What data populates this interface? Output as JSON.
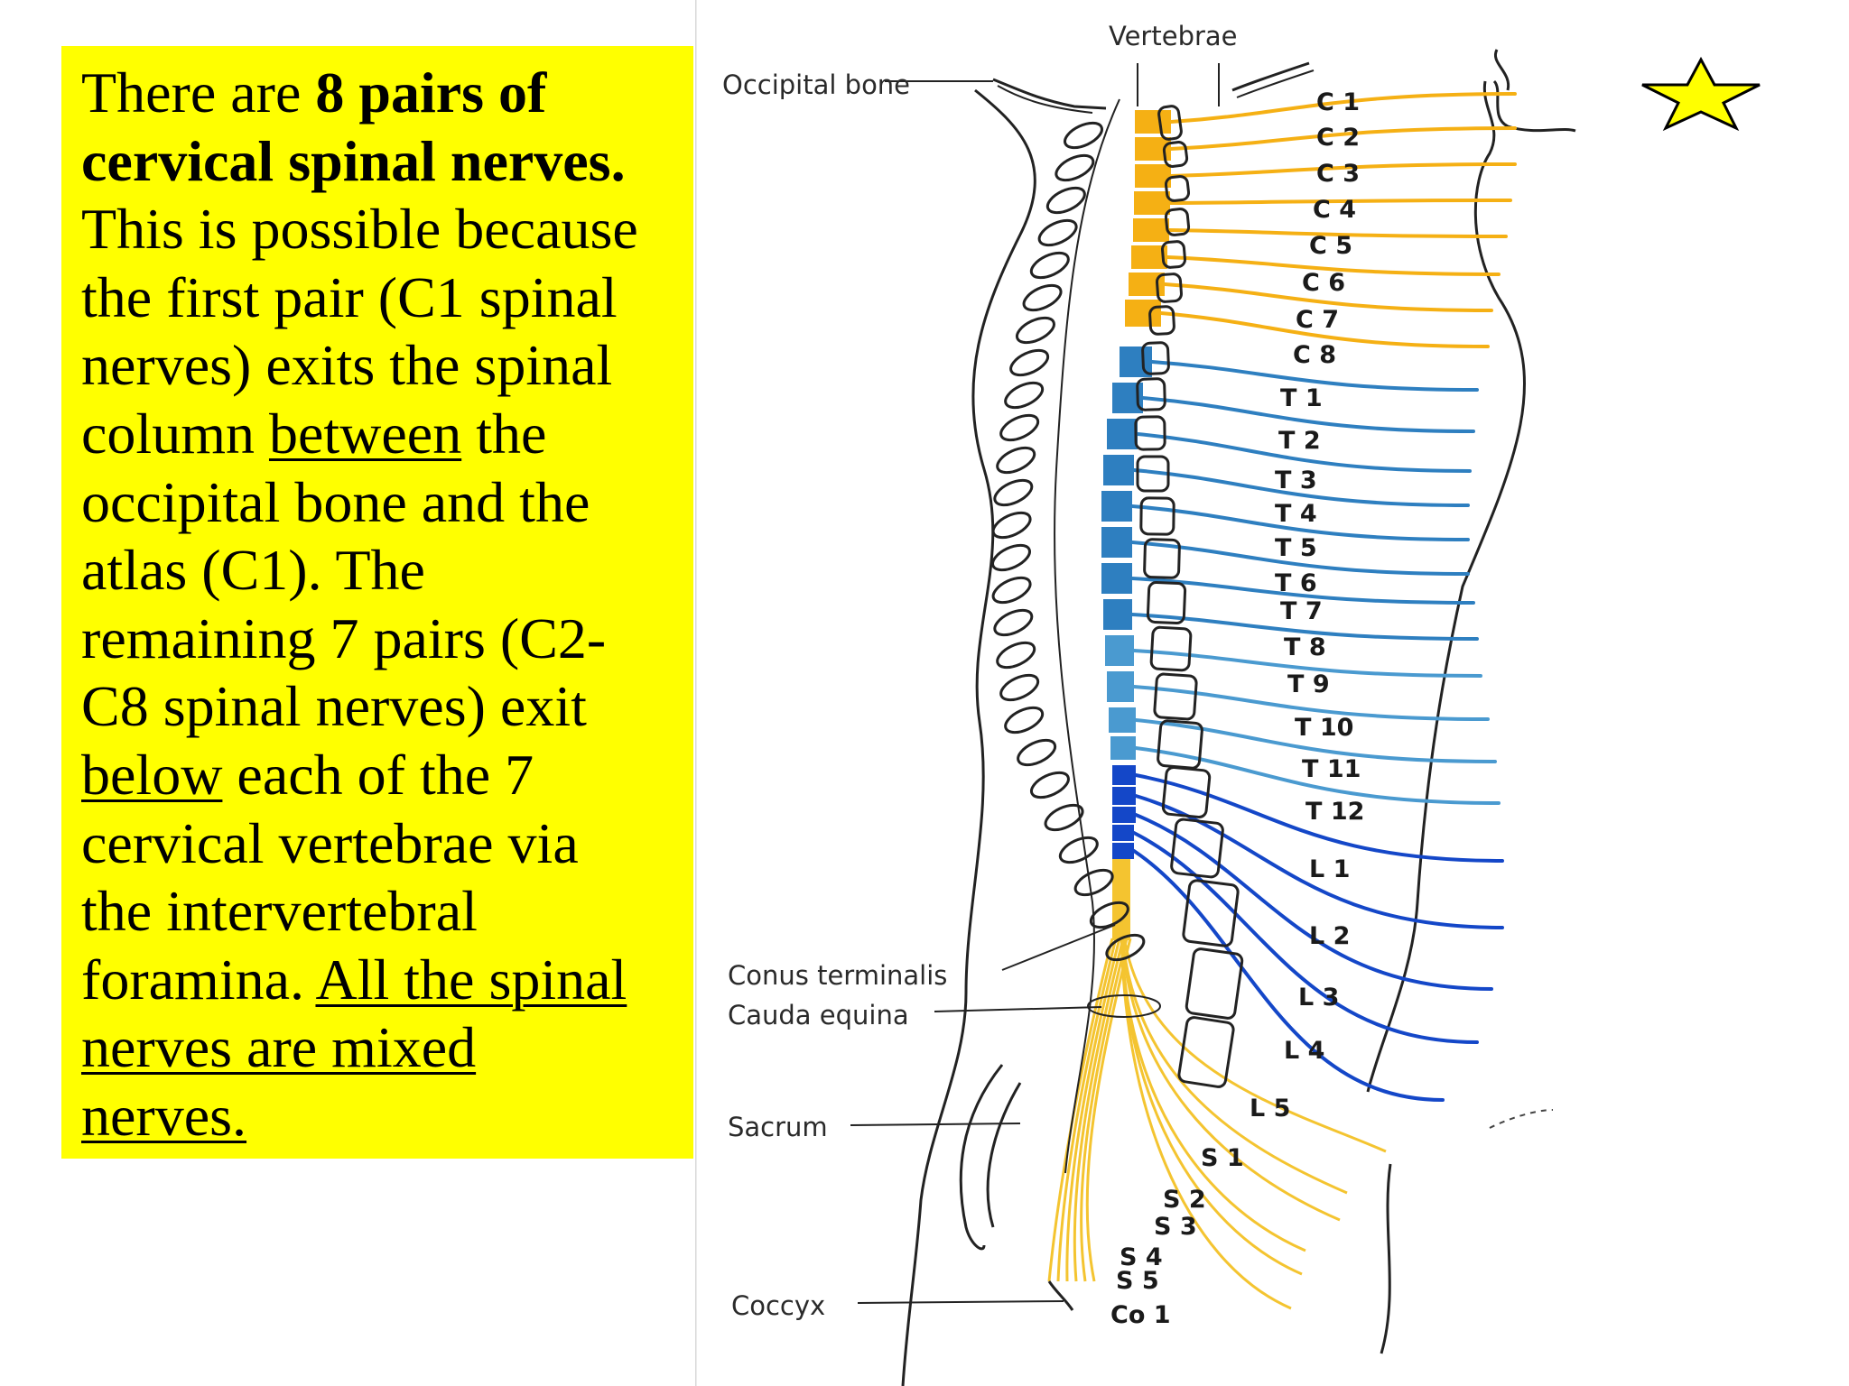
{
  "text_panel": {
    "l1a": "There are ",
    "l1b": "8 pairs of",
    "l2": "cervical spinal nerves.",
    "l3": "This is possible because",
    "l4": "the first pair (C1 spinal",
    "l5": "nerves) exits the spinal",
    "l6a": "column ",
    "l6b": "between",
    "l6c": " the",
    "l7": "occipital bone and the",
    "l8": "atlas (C1).  The",
    "l9": "remaining 7 pairs (C2-",
    "l10": "C8 spinal nerves) exit",
    "l11a": "below",
    "l11b": " each of the 7",
    "l12": "cervical vertebrae via",
    "l13": "the intervertebral",
    "l14a": "foramina.  ",
    "l14b": "All the spinal",
    "l15": "nerves are mixed",
    "l16": "nerves."
  },
  "diagram": {
    "labels": {
      "vertebrae": "Vertebrae",
      "occipital": "Occipital bone",
      "conus": "Conus terminalis",
      "cauda": "Cauda equina",
      "sacrum": "Sacrum",
      "coccyx": "Coccyx"
    },
    "segments": {
      "c1": "C 1",
      "c2": "C 2",
      "c3": "C 3",
      "c4": "C 4",
      "c5": "C 5",
      "c6": "C 6",
      "c7": "C 7",
      "c8": "C 8",
      "t1": "T 1",
      "t2": "T 2",
      "t3": "T 3",
      "t4": "T 4",
      "t5": "T 5",
      "t6": "T 6",
      "t7": "T 7",
      "t8": "T 8",
      "t9": "T 9",
      "t10": "T 10",
      "t11": "T 11",
      "t12": "T 12",
      "l1": "L 1",
      "l2": "L 2",
      "l3": "L 3",
      "l4": "L 4",
      "l5": "L 5",
      "s1": "S 1",
      "s2": "S 2",
      "s3": "S 3",
      "s4": "S 4",
      "s5": "S 5",
      "co1": "Co 1"
    },
    "colors": {
      "cervical": "#f5b014",
      "thoracic": "#2e7fc0",
      "thoracic_light": "#4a9ad0",
      "lumbar": "#1447c8",
      "sacral": "#f4c430",
      "outline": "#222222"
    }
  },
  "star_icon": "star-icon"
}
